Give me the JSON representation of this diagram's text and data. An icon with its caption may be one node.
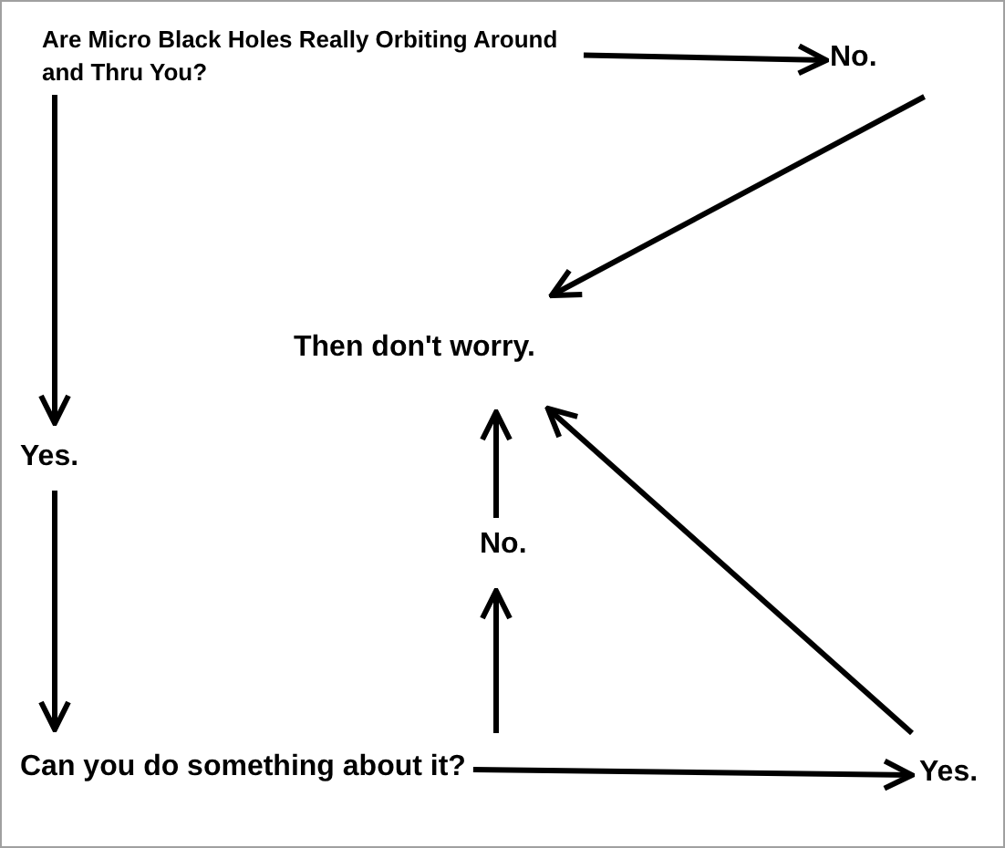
{
  "diagram": {
    "nodes": [
      {
        "text": [
          "Are Micro Black Holes Really Orbiting Around and Thru You?"
        ]
      },
      {
        "text": [
          "No."
        ]
      },
      {
        "text": [
          "Then don't worry."
        ]
      },
      {
        "text": [
          "Yes."
        ]
      },
      {
        "text": [
          "No."
        ]
      },
      {
        "text": [
          "Can you do something about it?"
        ]
      },
      {
        "text": [
          "Yes."
        ]
      }
    ],
    "edges": [
      {
        "from": 0,
        "to": 1,
        "arrow": "to"
      },
      {
        "from": 1,
        "to": 2,
        "arrow": "to"
      },
      {
        "from": 0,
        "to": 3,
        "arrow": "to"
      },
      {
        "from": 3,
        "to": 5,
        "arrow": "to"
      },
      {
        "from": 5,
        "to": 6,
        "arrow": "to"
      },
      {
        "from": 5,
        "to": 4,
        "arrow": "to"
      },
      {
        "from": 4,
        "to": 2,
        "arrow": "to"
      },
      {
        "from": 6,
        "to": 2,
        "arrow": "to"
      }
    ]
  }
}
